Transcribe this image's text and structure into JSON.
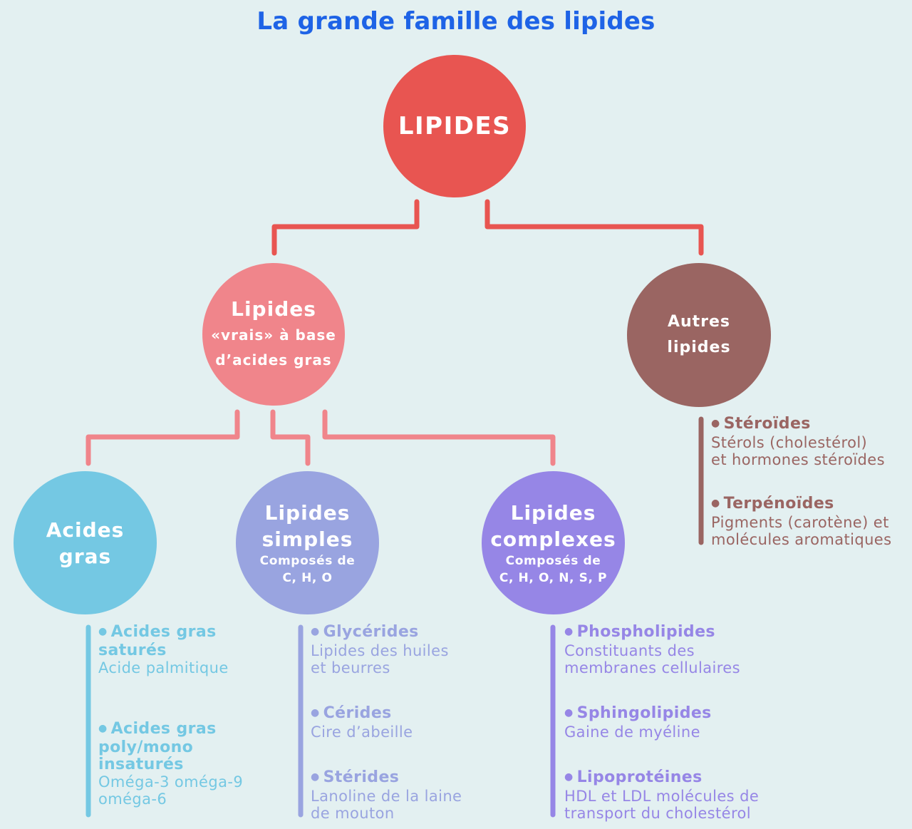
{
  "title": "La grande famille des lipides",
  "colors": {
    "root": "#e85551",
    "vrais": "#f0858b",
    "autres": "#9a6562",
    "acides": "#74c8e3",
    "simples": "#99a4e0",
    "complexes": "#9686e6",
    "title": "#1e63e6",
    "background": "#e3f0f1"
  },
  "nodes": {
    "root": {
      "label": "LIPIDES"
    },
    "vrais": {
      "line1": "Lipides",
      "line2": "«vrais» à base",
      "line3": "d’acides gras"
    },
    "autres": {
      "line1": "Autres",
      "line2": "lipides"
    },
    "acides": {
      "line1": "Acides",
      "line2": "gras"
    },
    "simples": {
      "line1": "Lipides",
      "line2": "simples",
      "line3": "Composés de",
      "line4": "C, H, O"
    },
    "complexes": {
      "line1": "Lipides",
      "line2": "complexes",
      "line3": "Composés de",
      "line4": "C, H, O, N, S, P"
    }
  },
  "lists": {
    "acides": [
      {
        "name": [
          "Acides gras",
          "saturés"
        ],
        "desc": [
          "Acide palmitique"
        ]
      },
      {
        "name": [
          "Acides gras",
          "poly/mono",
          "insaturés"
        ],
        "desc": [
          "Oméga-3 oméga-9",
          "oméga-6"
        ]
      }
    ],
    "simples": [
      {
        "name": [
          "Glycérides"
        ],
        "desc": [
          "Lipides des huiles",
          "et beurres"
        ]
      },
      {
        "name": [
          "Cérides"
        ],
        "desc": [
          "Cire d’abeille"
        ]
      },
      {
        "name": [
          "Stérides"
        ],
        "desc": [
          "Lanoline de la laine",
          "de mouton"
        ]
      }
    ],
    "complexes": [
      {
        "name": [
          "Phospholipides"
        ],
        "desc": [
          "Constituants des",
          "membranes cellulaires"
        ]
      },
      {
        "name": [
          "Sphingolipides"
        ],
        "desc": [
          "Gaine de myéline"
        ]
      },
      {
        "name": [
          "Lipoprotéines"
        ],
        "desc": [
          "HDL et LDL molécules de",
          "transport du cholestérol"
        ]
      }
    ],
    "autres": [
      {
        "name": [
          "Stéroïdes"
        ],
        "desc": [
          "Stérols (cholestérol)",
          "et hormones stéroïdes"
        ]
      },
      {
        "name": [
          "Terpénoïdes"
        ],
        "desc": [
          "Pigments (carotène) et",
          "molécules aromatiques"
        ]
      }
    ]
  }
}
